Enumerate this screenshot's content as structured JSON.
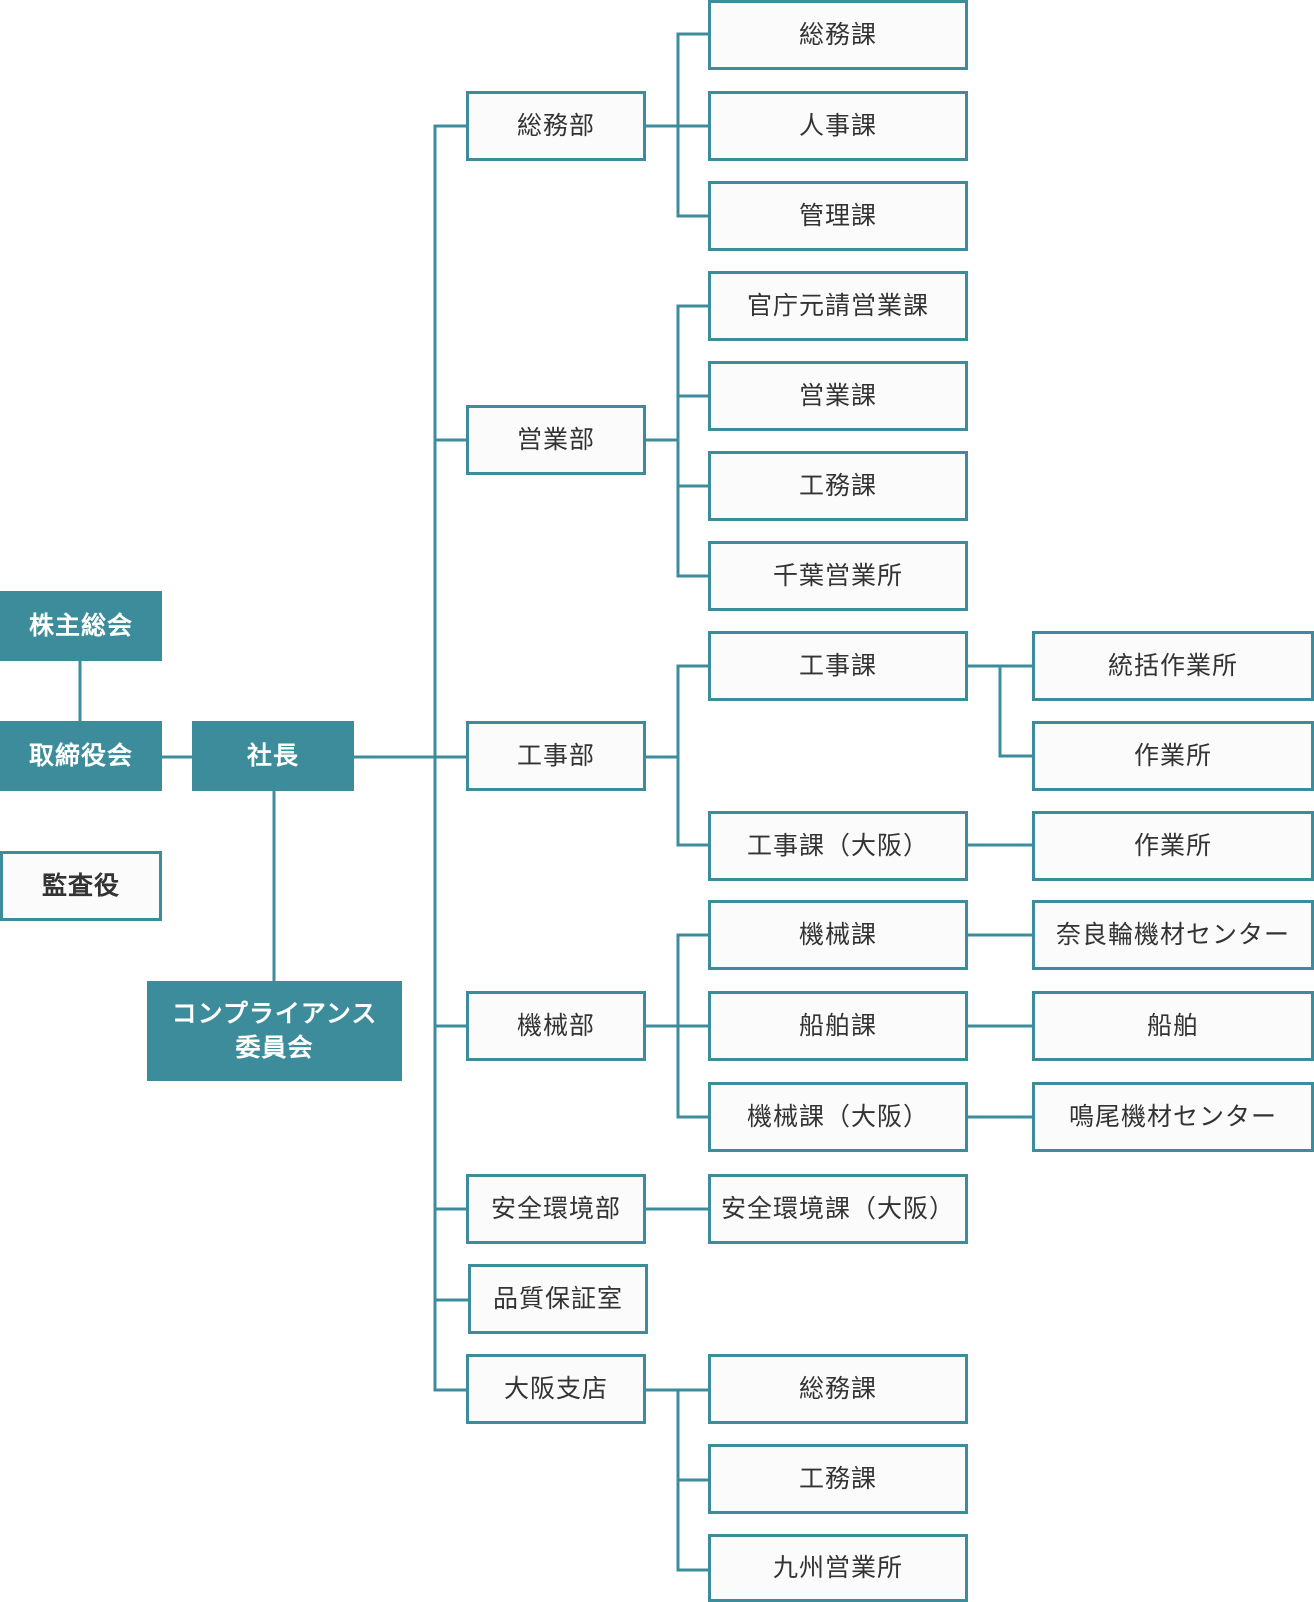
{
  "colors": {
    "accent": "#3d8c9c",
    "box_fill": "#fbfbfb",
    "text": "#333333"
  },
  "top": {
    "shareholders": "株主総会",
    "board": "取締役会",
    "auditor": "監査役",
    "president": "社長",
    "committee_line1": "コンプライアンス",
    "committee_line2": "委員会"
  },
  "departments": {
    "general_affairs": {
      "name": "総務部",
      "sections": [
        "総務課",
        "人事課",
        "管理課"
      ]
    },
    "sales": {
      "name": "営業部",
      "sections": [
        "官庁元請営業課",
        "営業課",
        "工務課",
        "千葉営業所"
      ]
    },
    "construction": {
      "name": "工事部",
      "sections": [
        "工事課",
        "工事課（大阪）"
      ],
      "units": [
        "統括作業所",
        "作業所",
        "作業所"
      ]
    },
    "machinery": {
      "name": "機械部",
      "sections": [
        "機械課",
        "船舶課",
        "機械課（大阪）"
      ],
      "units": [
        "奈良輪機材センター",
        "船舶",
        "鳴尾機材センター"
      ]
    },
    "safety": {
      "name": "安全環境部",
      "sections": [
        "安全環境課（大阪）"
      ]
    },
    "quality": {
      "name": "品質保証室"
    },
    "osaka_branch": {
      "name": "大阪支店",
      "sections": [
        "総務課",
        "工務課",
        "九州営業所"
      ]
    }
  }
}
